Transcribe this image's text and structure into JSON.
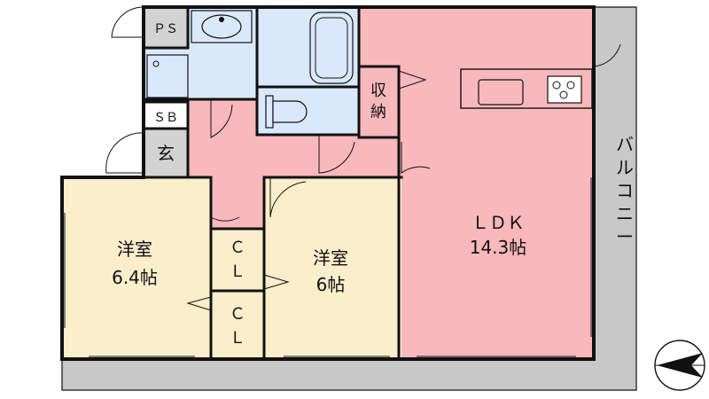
{
  "colors": {
    "ldk": "#f8b8bc",
    "bedroom": "#fbeecb",
    "wet": "#d9e9fb",
    "hall": "#f8b8bc",
    "service": "#d2d2d2",
    "balcony": "#c8c8c8",
    "wall": "#111111",
    "white": "#ffffff"
  },
  "labels": {
    "ps": "ＰＳ",
    "sb": "ＳＢ",
    "genkan": "玄",
    "storage": "収納",
    "ldk_name": "ＬＤＫ",
    "ldk_size": "14.3帖",
    "west_name": "洋室",
    "west_size": "6.4帖",
    "mid_name": "洋室",
    "mid_size": "6帖",
    "cl_top": "ＣＬ",
    "cl_bottom": "ＣＬ",
    "balcony": "バルコニー"
  },
  "icons": {
    "north_arrow": "north-arrow-icon",
    "sink": "sink-icon",
    "bathtub": "bathtub-icon",
    "toilet": "toilet-icon",
    "washer": "washer-pan-icon",
    "stove": "stove-icon"
  }
}
